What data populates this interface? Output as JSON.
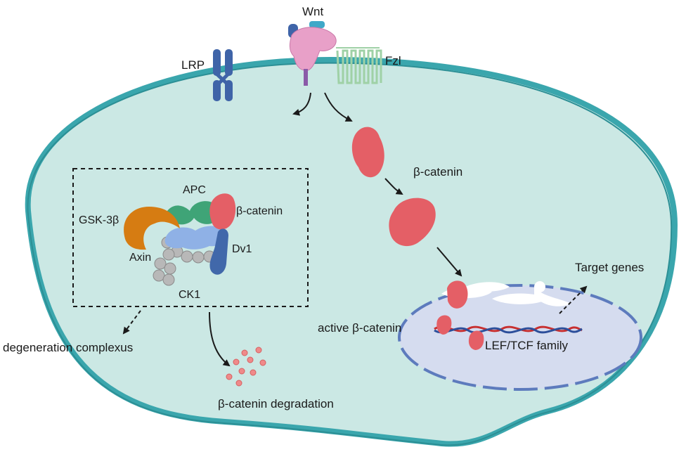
{
  "labels": {
    "wnt": "Wnt",
    "lrp": "LRP",
    "fzl": "Fzl",
    "beta_catenin_cyto": "β-catenin",
    "apc": "APC",
    "gsk3b": "GSK-3β",
    "beta_catenin_complex": "β-catenin",
    "axin": "Axin",
    "dv1": "Dv1",
    "ck1": "CK1",
    "degeneration": "degeneration complexus",
    "degradation": "β-catenin degradation",
    "target_genes": "Target genes",
    "active_beta_catenin": "active β-catenin",
    "lef_tcf": "LEF/TCF family"
  },
  "colors": {
    "cell_fill": "#cbe8e4",
    "membrane": "#3aa6ad",
    "nucleus_fill": "#d5dcef",
    "nucleus_border": "#5d7bbd",
    "beta_catenin": "#e45f66",
    "wnt": "#e8a0c8",
    "lrp": "#3f64a8",
    "fzl": "#9fd1a6",
    "gsk3b": "#d67c12",
    "apc": "#3fa477",
    "axin": "#8fb1e6",
    "ck1": "#b8b8b8",
    "dv1": "#4168aa"
  }
}
